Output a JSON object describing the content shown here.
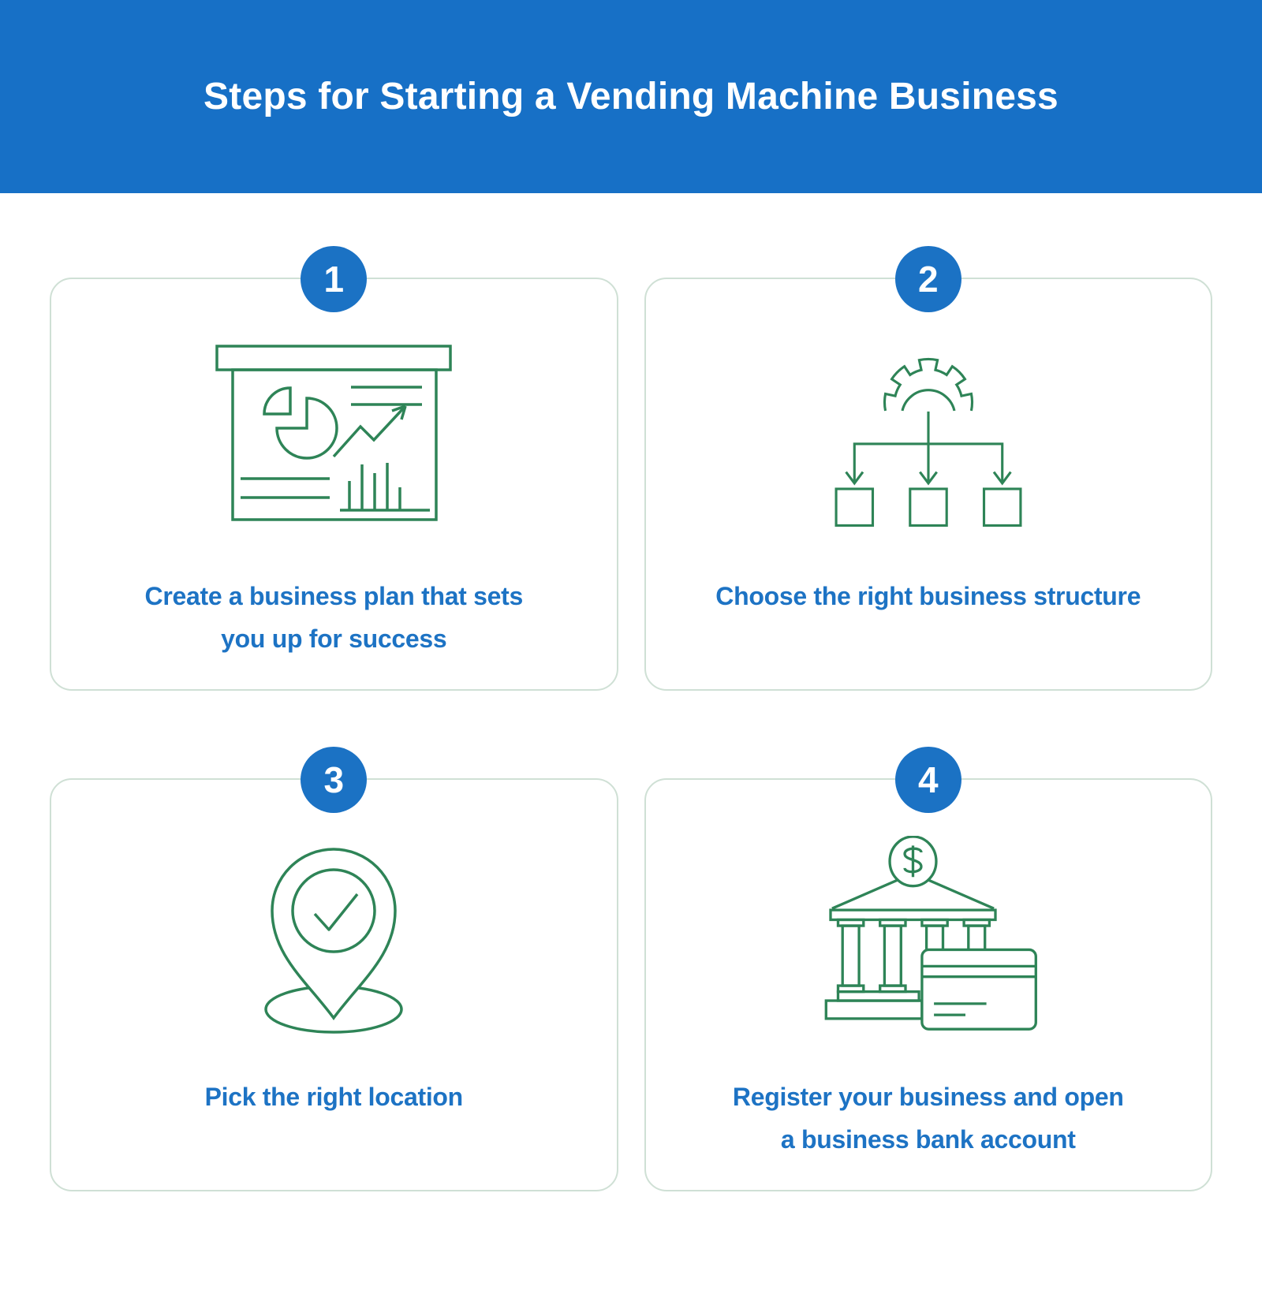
{
  "header": {
    "title": "Steps for Starting a Vending Machine Business"
  },
  "colors": {
    "page_bg": "#FFFFFF",
    "header_bg": "#1770C6",
    "title_white": "#FFFFFF",
    "badge_blue": "#1B72C4",
    "caption_blue": "#1D73C4",
    "icon_green": "#2E8457",
    "card_border": "#CFE0D5"
  },
  "steps": [
    {
      "number": "1",
      "icon": "presentation-chart",
      "caption": "Create a business plan that sets\nyou up for success"
    },
    {
      "number": "2",
      "icon": "business-structure",
      "caption": "Choose the right business structure"
    },
    {
      "number": "3",
      "icon": "location-pin-check",
      "caption": "Pick the right location"
    },
    {
      "number": "4",
      "icon": "bank-credit-card",
      "caption": "Register your business and open\na business bank account"
    }
  ]
}
